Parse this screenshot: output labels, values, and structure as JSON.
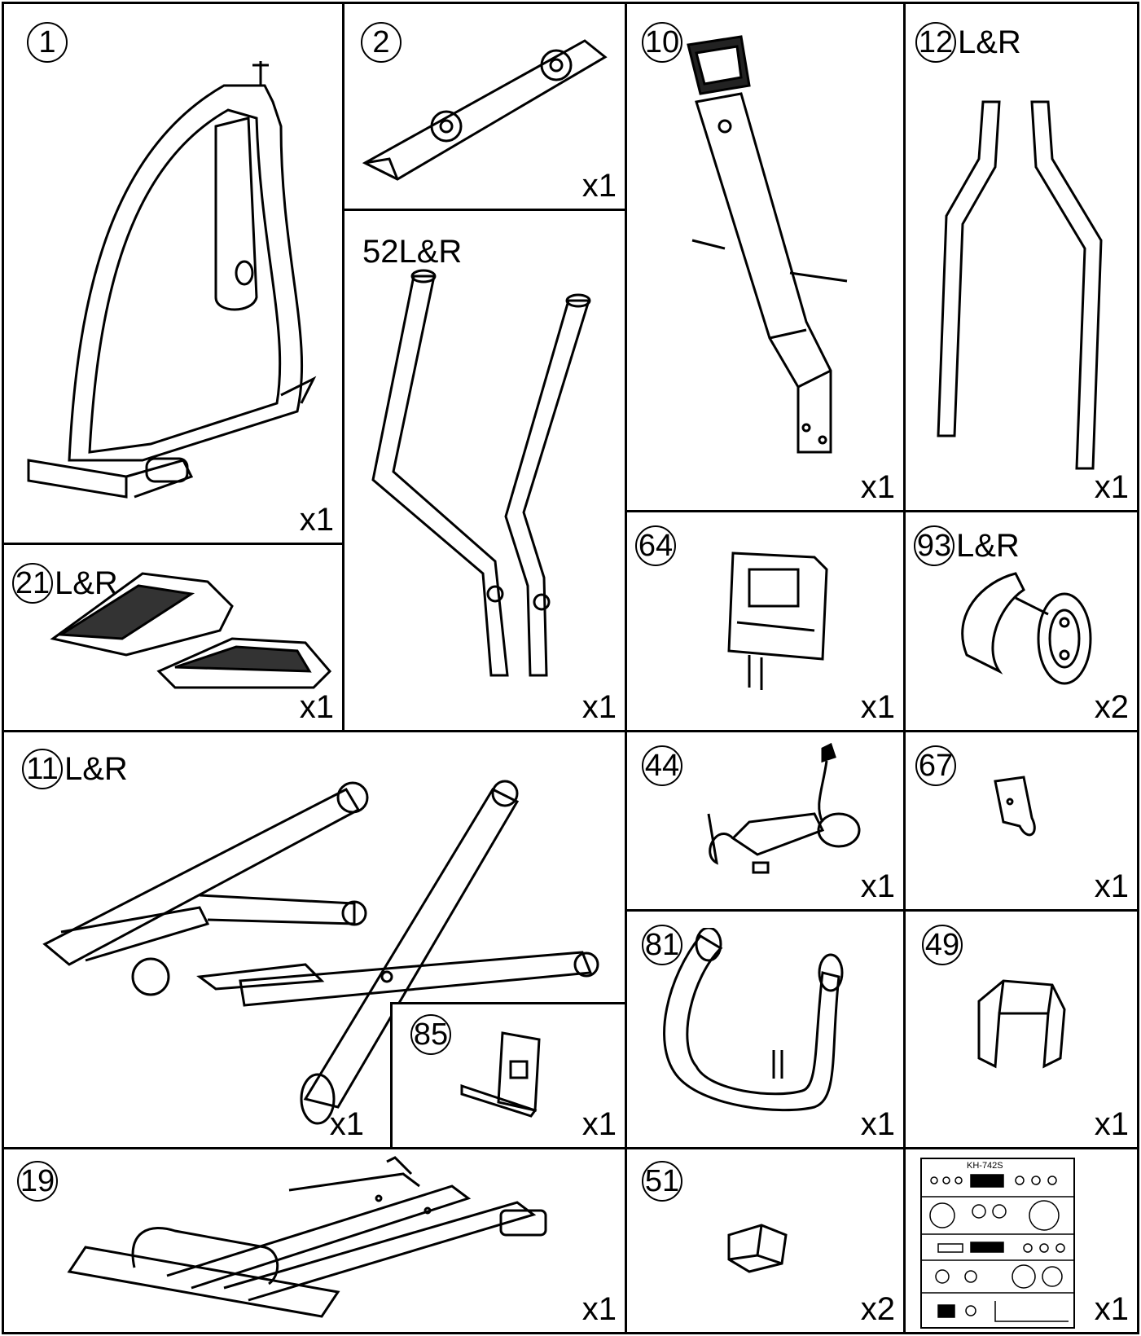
{
  "parts": [
    {
      "id": "p1",
      "number": "1",
      "suffix": "",
      "qty": "x1"
    },
    {
      "id": "p2",
      "number": "2",
      "suffix": "",
      "qty": "x1"
    },
    {
      "id": "p10",
      "number": "10",
      "suffix": "",
      "qty": "x1"
    },
    {
      "id": "p12",
      "number": "12",
      "suffix": "L&R",
      "qty": "x1"
    },
    {
      "id": "p52",
      "number": "52L&R",
      "suffix": "",
      "qty": "x1"
    },
    {
      "id": "p21",
      "number": "21",
      "suffix": "L&R",
      "qty": "x1"
    },
    {
      "id": "p64",
      "number": "64",
      "suffix": "",
      "qty": "x1"
    },
    {
      "id": "p93",
      "number": "93",
      "suffix": "L&R",
      "qty": "x2"
    },
    {
      "id": "p11",
      "number": "11",
      "suffix": "L&R",
      "qty": "x1"
    },
    {
      "id": "p44",
      "number": "44",
      "suffix": "",
      "qty": "x1"
    },
    {
      "id": "p67",
      "number": "67",
      "suffix": "",
      "qty": "x1"
    },
    {
      "id": "p81",
      "number": "81",
      "suffix": "",
      "qty": "x1"
    },
    {
      "id": "p49",
      "number": "49",
      "suffix": "",
      "qty": "x1"
    },
    {
      "id": "p85",
      "number": "85",
      "suffix": "",
      "qty": "x1"
    },
    {
      "id": "p19",
      "number": "19",
      "suffix": "",
      "qty": "x1"
    },
    {
      "id": "p51",
      "number": "51",
      "suffix": "",
      "qty": "x2"
    },
    {
      "id": "phw",
      "number": "",
      "suffix": "",
      "qty": "x1",
      "sheet_title": "KH-742S"
    }
  ]
}
